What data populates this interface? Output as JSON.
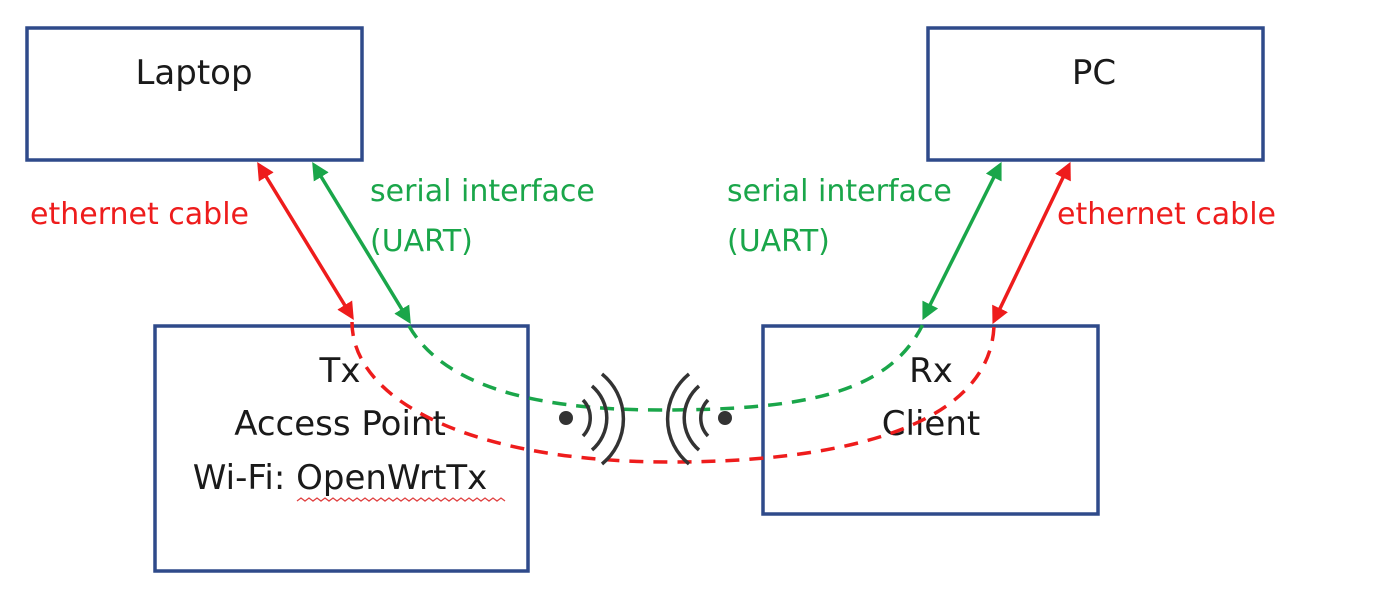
{
  "colors": {
    "box_border": "#2f4a8a",
    "ethernet": "#ee1c1c",
    "serial": "#1aa64a",
    "wireless_icon": "#333333"
  },
  "nodes": {
    "laptop": {
      "label": "Laptop"
    },
    "pc": {
      "label": "PC"
    },
    "tx": {
      "line1": "Tx",
      "line2": "Access Point",
      "line3_prefix": "Wi-Fi: ",
      "line3_name": "OpenWrtTx"
    },
    "rx": {
      "line1": "Rx",
      "line2": "Client"
    }
  },
  "links": {
    "left_ethernet": "ethernet cable",
    "left_serial_line1": "serial interface",
    "left_serial_line2": "(UART)",
    "right_serial_line1": "serial interface",
    "right_serial_line2": "(UART)",
    "right_ethernet": "ethernet cable"
  },
  "icons": {
    "tx_wireless": "wifi-broadcast-right-icon",
    "rx_wireless": "wifi-broadcast-left-icon"
  }
}
